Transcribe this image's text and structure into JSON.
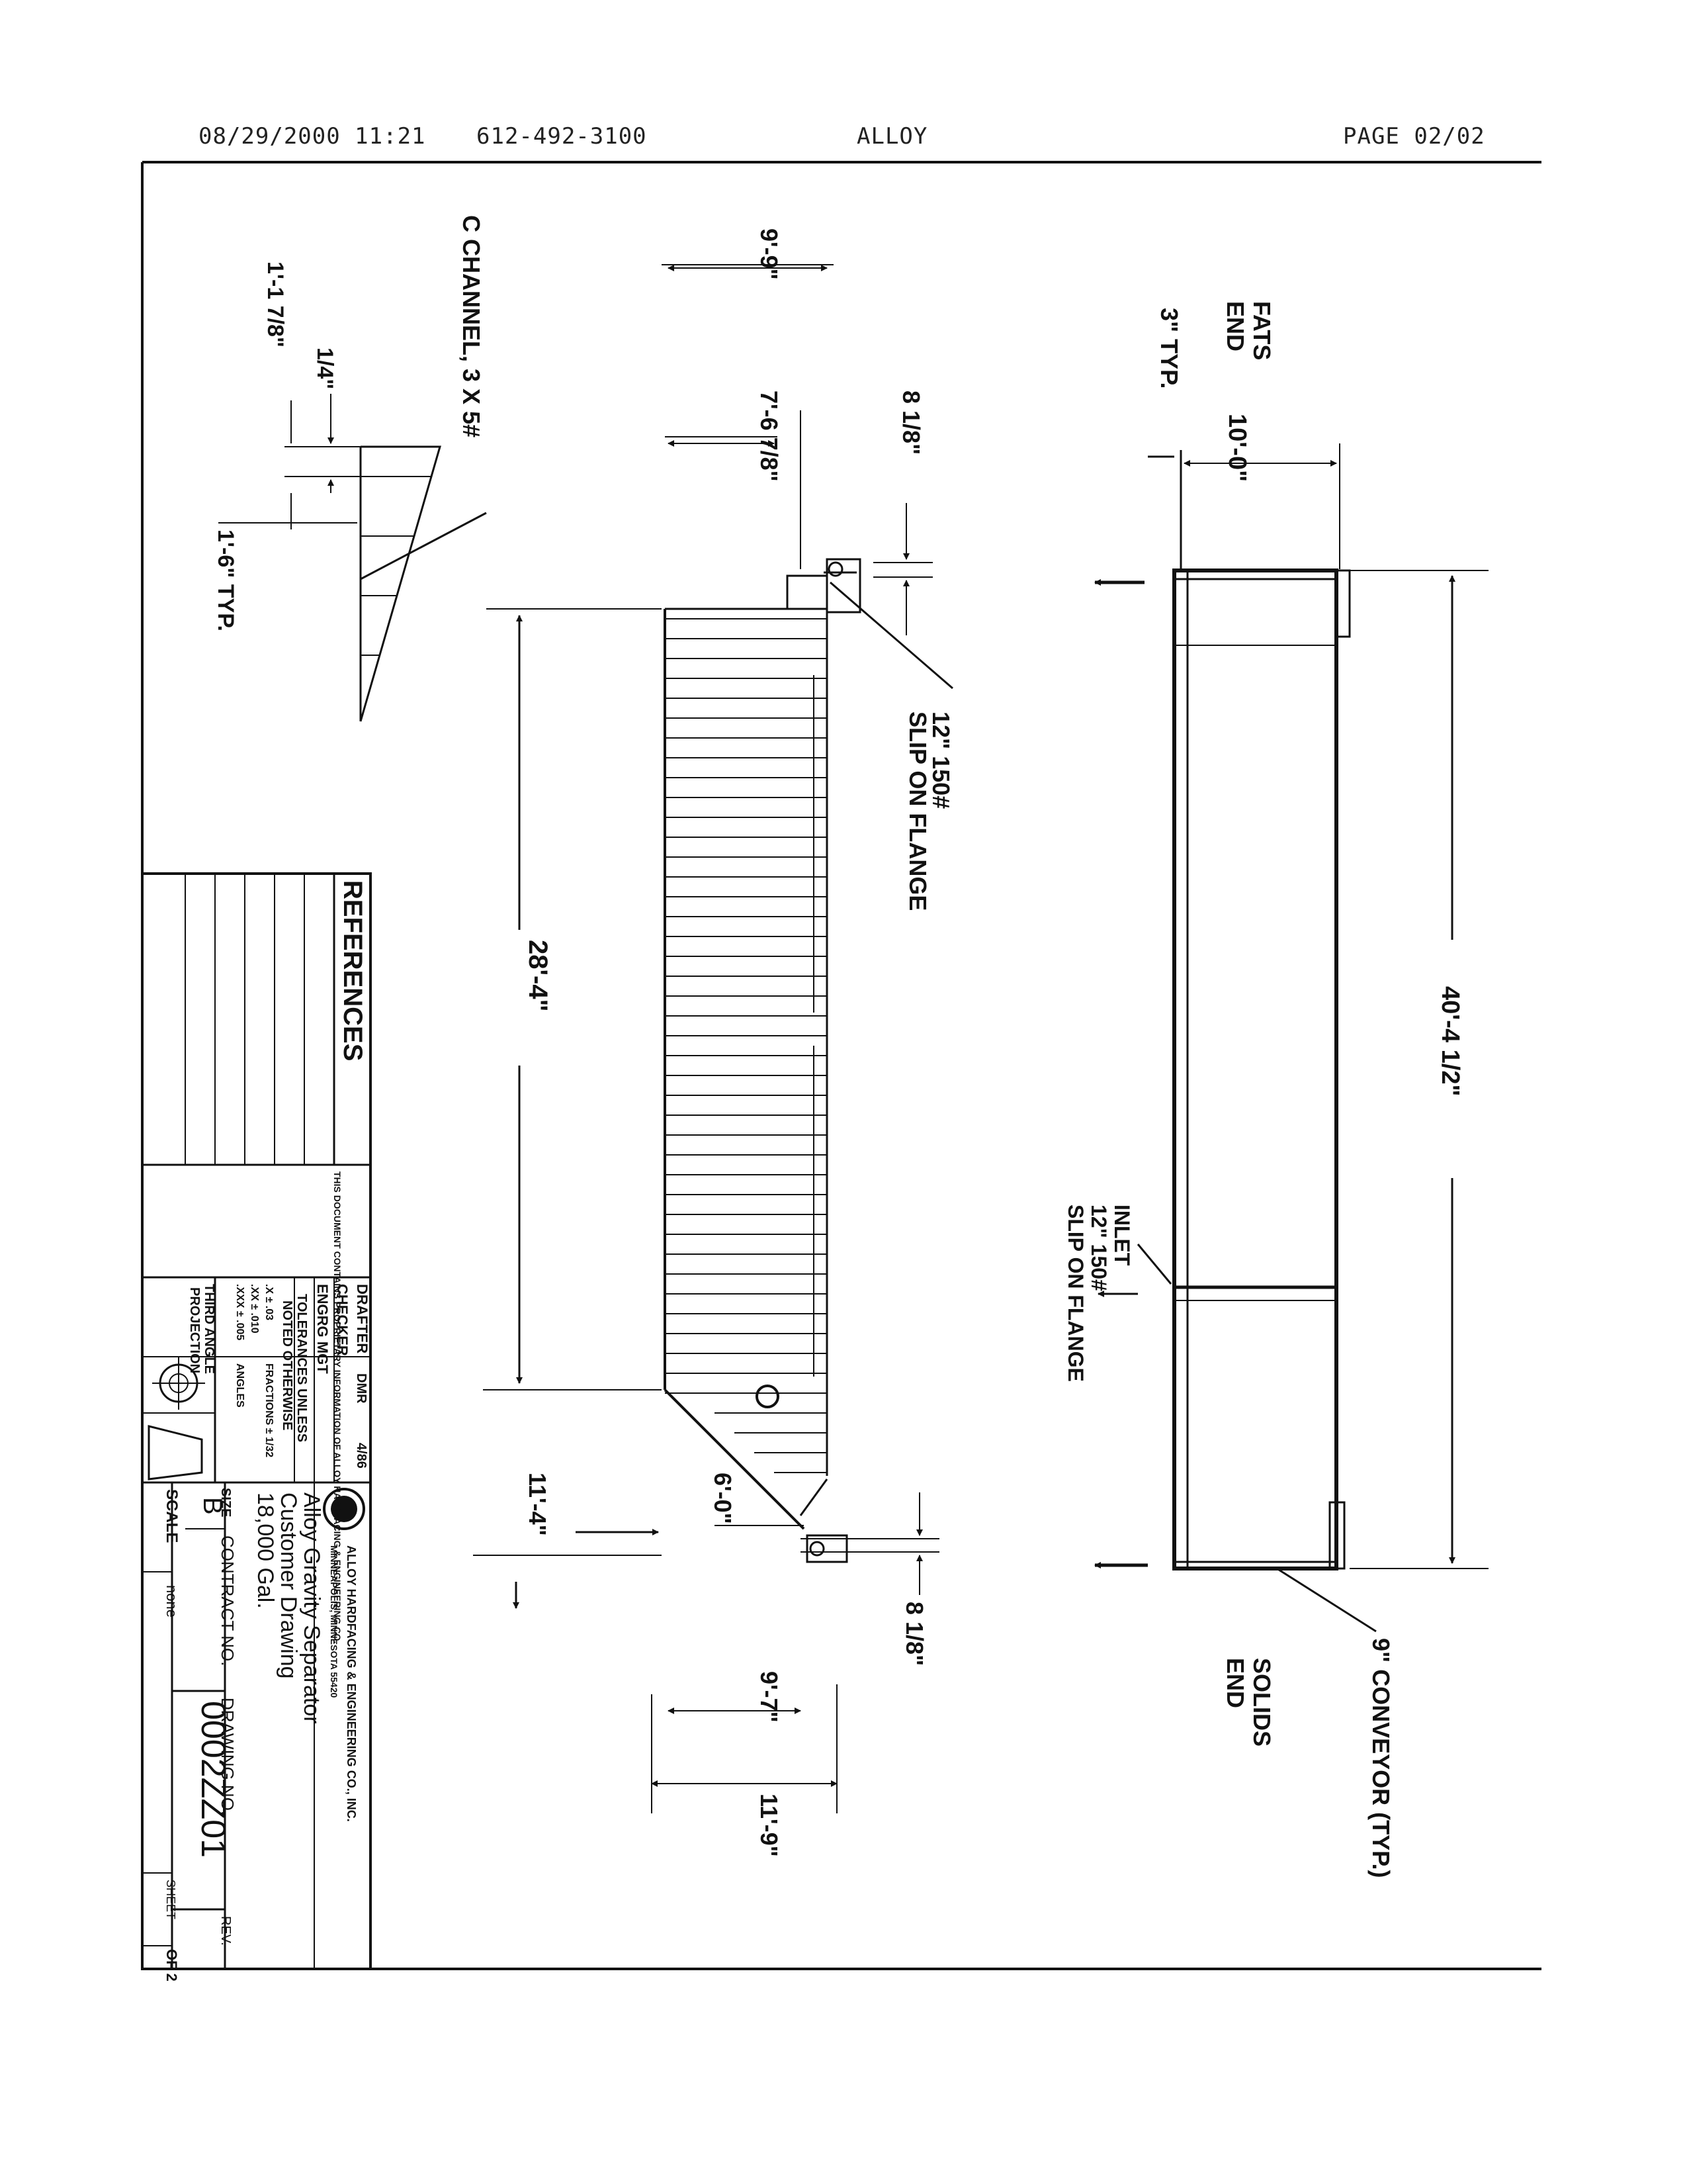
{
  "fax_header": {
    "datetime": "08/29/2000  11:21",
    "phone": "612-492-3100",
    "sender": "ALLOY",
    "page": "PAGE  02/02"
  },
  "top_view": {
    "fats_end_line1": "FATS",
    "fats_end_line2": "END",
    "typ_3in": "3\" TYP.",
    "dim_10ft": "10'-0\"",
    "dim_overall": "40'-4 1/2\"",
    "inlet_line1": "INLET",
    "inlet_line2": "12\" 150#",
    "inlet_line3": "SLIP ON FLANGE",
    "solids_end_line1": "SOLIDS",
    "solids_end_line2": "END",
    "conveyor": "9\" CONVEYOR (TYP.)"
  },
  "side_view": {
    "dim_9_9": "9'-9\"",
    "dim_7_6": "7'-6 7/8\"",
    "dim_8_1_8_top": "8 1/8\"",
    "flange_line1": "12\" 150#",
    "flange_line2": "SLIP ON FLANGE",
    "dim_28_4": "28'-4\"",
    "dim_11_4": "11'-4\"",
    "dim_6_0": "6'-0\"",
    "dim_8_1_8_bottom": "8 1/8\"",
    "dim_9_7": "9'-7\"",
    "dim_11_9": "11'-9\""
  },
  "detail": {
    "c_channel": "C CHANNEL, 3 X 5#",
    "dim_1_4": "1/4\"",
    "dim_1_1_7_8": "1'-1 7/8\"",
    "dim_1_6": "1'-6\" TYP."
  },
  "title_block": {
    "references": "REFERENCES",
    "notice": "THIS DOCUMENT CONTAINS PROPRIETARY INFORMATION OF ALLOY HARDFACING & ENGINEERING CO.",
    "drafter_label": "DRAFTER",
    "drafter_value": "DMR",
    "date_value": "4/86",
    "checker_label": "CHECKER",
    "engrg_label": "ENGRG MGT",
    "tolerances_line1": "TOLERANCES UNLESS",
    "tolerances_line2": "NOTED OTHERWISE",
    "tol_x": ".X ± .03",
    "tol_xx": ".XX ± .010",
    "tol_xxx": ".XXX ± .005",
    "fractions": "FRACTIONS ± 1/32",
    "angles": "ANGLES",
    "projection_line1": "THIRD ANGLE",
    "projection_line2": "PROJECTION",
    "company_line1": "ALLOY HARDFACING & ENGINEERING CO., INC.",
    "company_line2": "MINNEAPOLIS, MINNESOTA 55420",
    "title_line1": "Alloy Gravity Separator",
    "title_line2": "Customer Drawing",
    "title_line3": "18,000 Gal.",
    "size_label": "SIZE",
    "size_value": "B",
    "contract_label": "CONTRACT NO.",
    "drawing_label": "DRAWING NO.",
    "drawing_number": "0002ZZ01",
    "rev_label": "REV.",
    "scale_label": "SCALE",
    "scale_value": "none",
    "sheet_label": "SHEET",
    "sheet_value": "OF 2"
  }
}
